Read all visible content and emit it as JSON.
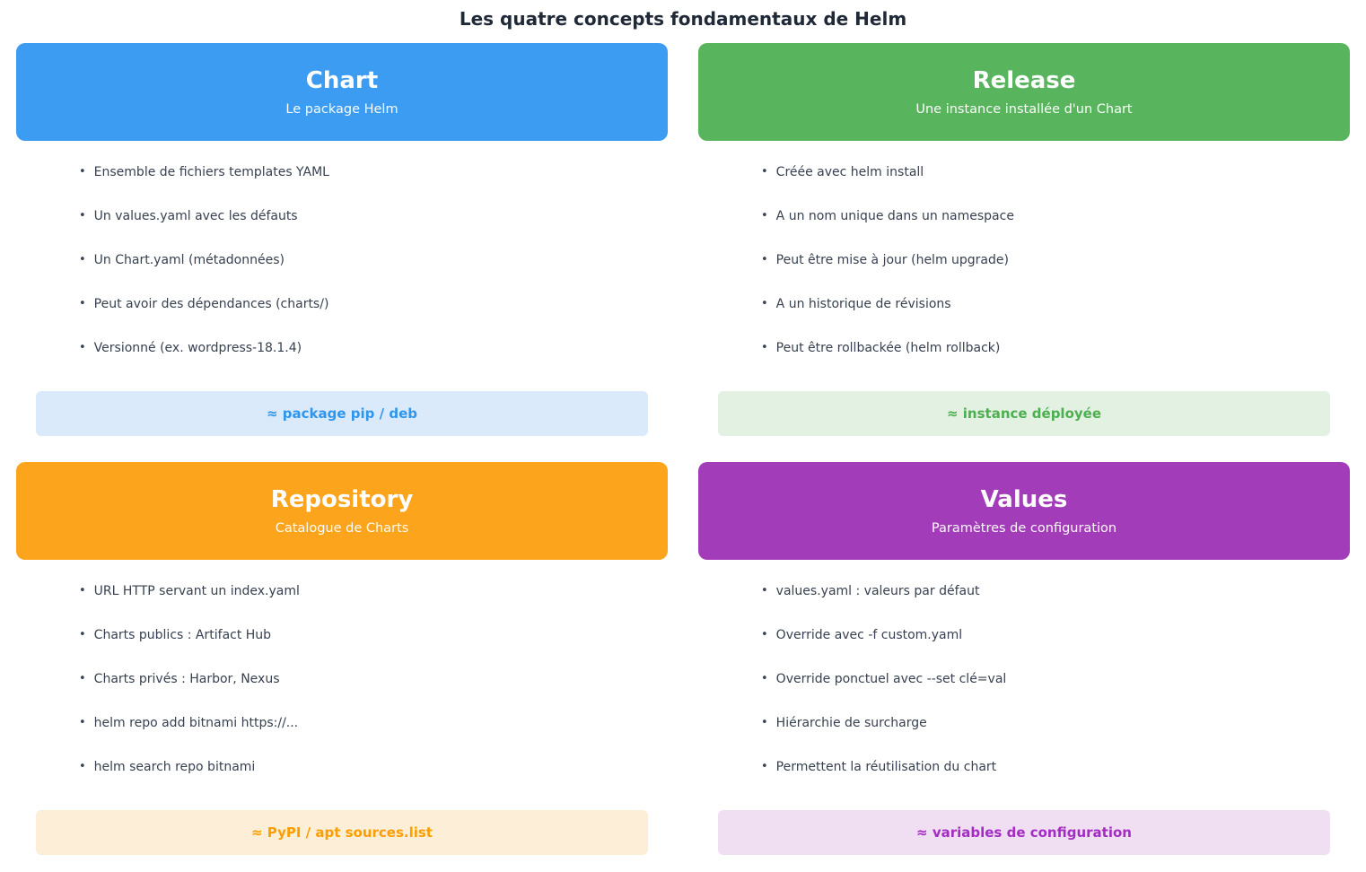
{
  "title": "Les quatre concepts fondamentaux de Helm",
  "cards": [
    {
      "id": "chart",
      "title": "Chart",
      "subtitle": "Le package Helm",
      "accent_color": "#3b9cf1",
      "badge_bg_color": "#dbeafb",
      "badge_text_color": "#2e96ed",
      "bullets": [
        "Ensemble de fichiers templates YAML",
        "Un values.yaml avec les défauts",
        "Un Chart.yaml (métadonnées)",
        "Peut avoir des dépendances (charts/)",
        "Versionné (ex. wordpress-18.1.4)"
      ],
      "badge": "≈ package pip / deb"
    },
    {
      "id": "release",
      "title": "Release",
      "subtitle": "Une instance installée d'un Chart",
      "accent_color": "#58b55e",
      "badge_bg_color": "#e3f1e3",
      "badge_text_color": "#4caf50",
      "bullets": [
        "Créée avec helm install",
        "A un nom unique dans un namespace",
        "Peut être mise à jour (helm upgrade)",
        "A un historique de révisions",
        "Peut être rollbackée (helm rollback)"
      ],
      "badge": "≈ instance déployée"
    },
    {
      "id": "repository",
      "title": "Repository",
      "subtitle": "Catalogue de Charts",
      "accent_color": "#fba41c",
      "badge_bg_color": "#fdeed8",
      "badge_text_color": "#fb9e00",
      "bullets": [
        "URL HTTP servant un index.yaml",
        "Charts publics : Artifact Hub",
        "Charts privés : Harbor, Nexus",
        "helm repo add bitnami https://...",
        "helm search repo bitnami"
      ],
      "badge": "≈ PyPI / apt sources.list"
    },
    {
      "id": "values",
      "title": "Values",
      "subtitle": "Paramètres de configuration",
      "accent_color": "#a33cb8",
      "badge_bg_color": "#f0def2",
      "badge_text_color": "#a32cc4",
      "bullets": [
        "values.yaml : valeurs par défaut",
        "Override avec -f custom.yaml",
        "Override ponctuel avec --set clé=val",
        "Hiérarchie de surcharge",
        "Permettent la réutilisation du chart"
      ],
      "badge": "≈ variables de configuration"
    }
  ]
}
